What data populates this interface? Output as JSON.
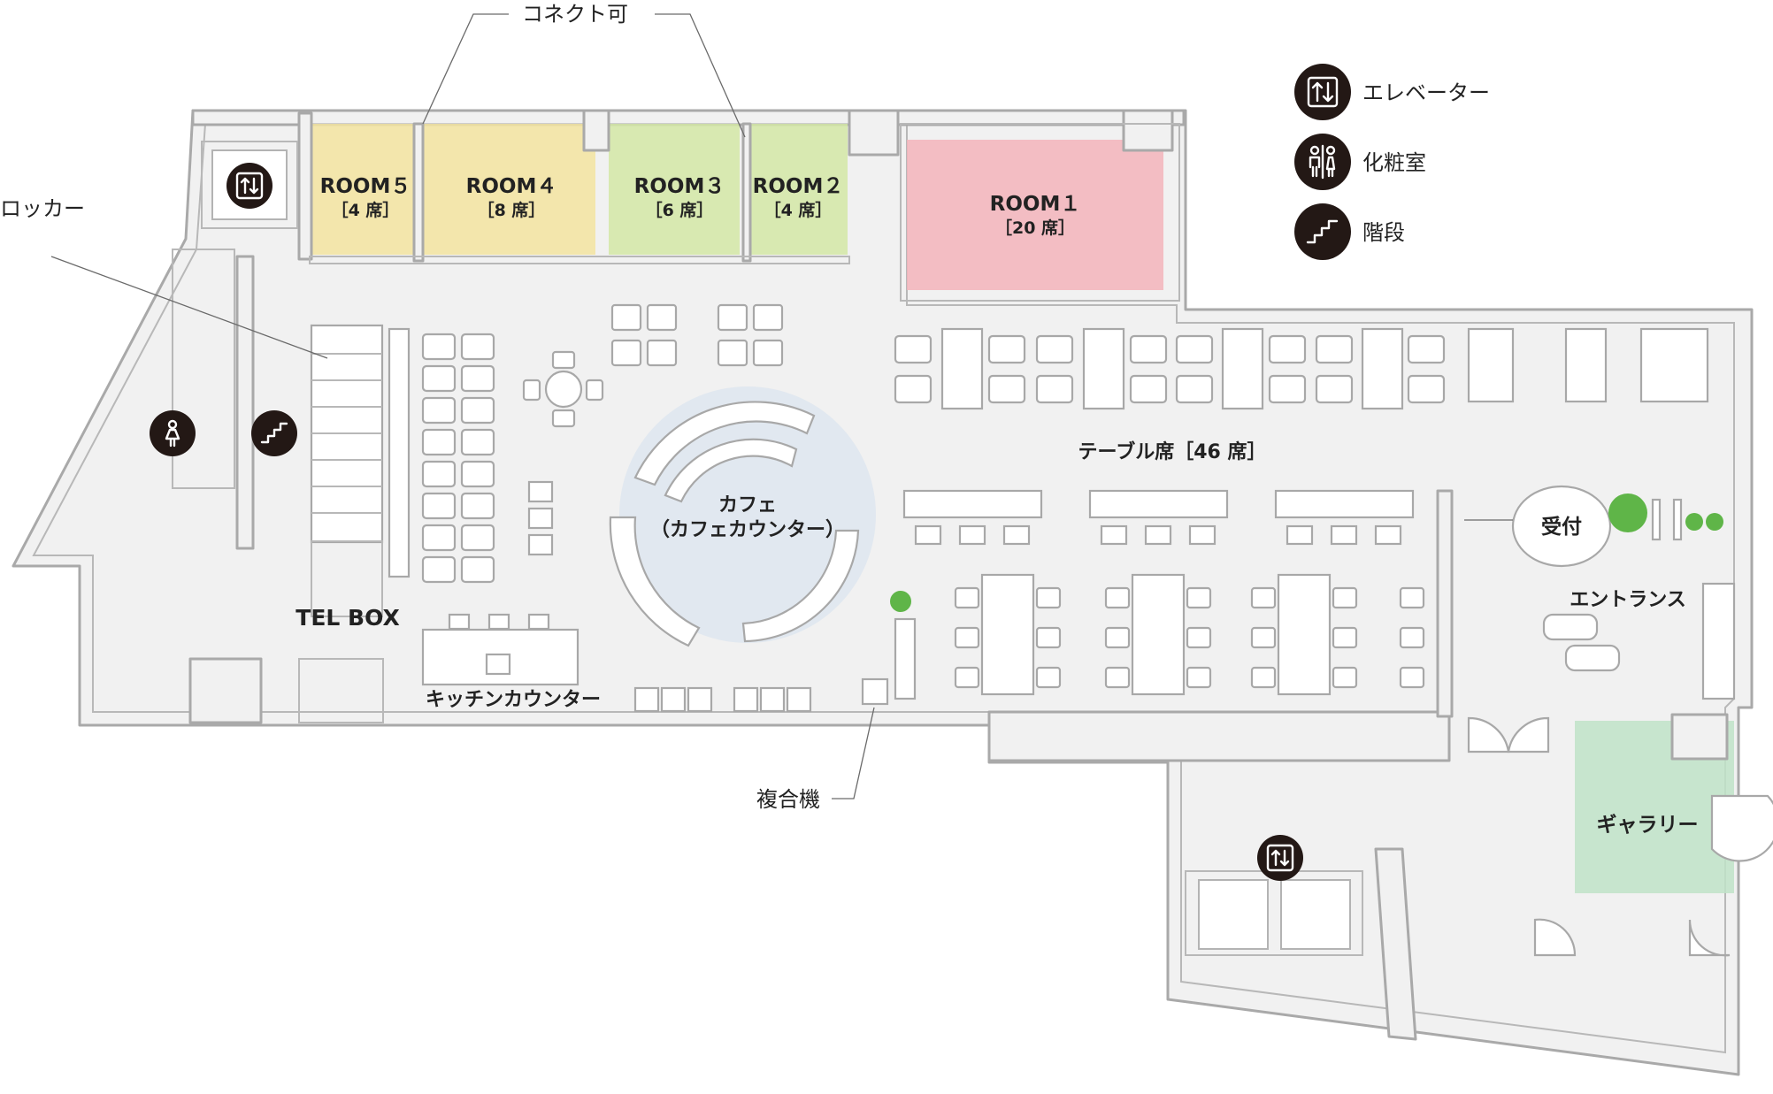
{
  "legend": [
    {
      "icon": "elevator-icon",
      "label": "エレベーター"
    },
    {
      "icon": "restroom-icon",
      "label": "化粧室"
    },
    {
      "icon": "stairs-icon",
      "label": "階段"
    }
  ],
  "callouts": {
    "connect": "コネクト可",
    "locker": "ロッカー",
    "copier": "複合機"
  },
  "rooms": [
    {
      "name": "ROOM５",
      "capacity": "［4 席］",
      "color": "#f3e4a0"
    },
    {
      "name": "ROOM４",
      "capacity": "［8 席］",
      "color": "#f3e4a0"
    },
    {
      "name": "ROOM３",
      "capacity": "［6 席］",
      "color": "#d3e8a6"
    },
    {
      "name": "ROOM２",
      "capacity": "［4 席］",
      "color": "#d3e8a6"
    },
    {
      "name": "ROOM１",
      "capacity": "［20 席］",
      "color": "#f3b4bb"
    }
  ],
  "areas": {
    "cafe_line1": "カフェ",
    "cafe_line2": "（カフェカウンター）",
    "cafe_color": "#dfe7ef",
    "table_seats": "テーブル席［46 席］",
    "reception": "受付",
    "entrance": "エントランス",
    "gallery": "ギャラリー",
    "gallery_color": "#bfe3c8",
    "telbox": "TEL BOX",
    "kitchen": "キッチンカウンター"
  }
}
